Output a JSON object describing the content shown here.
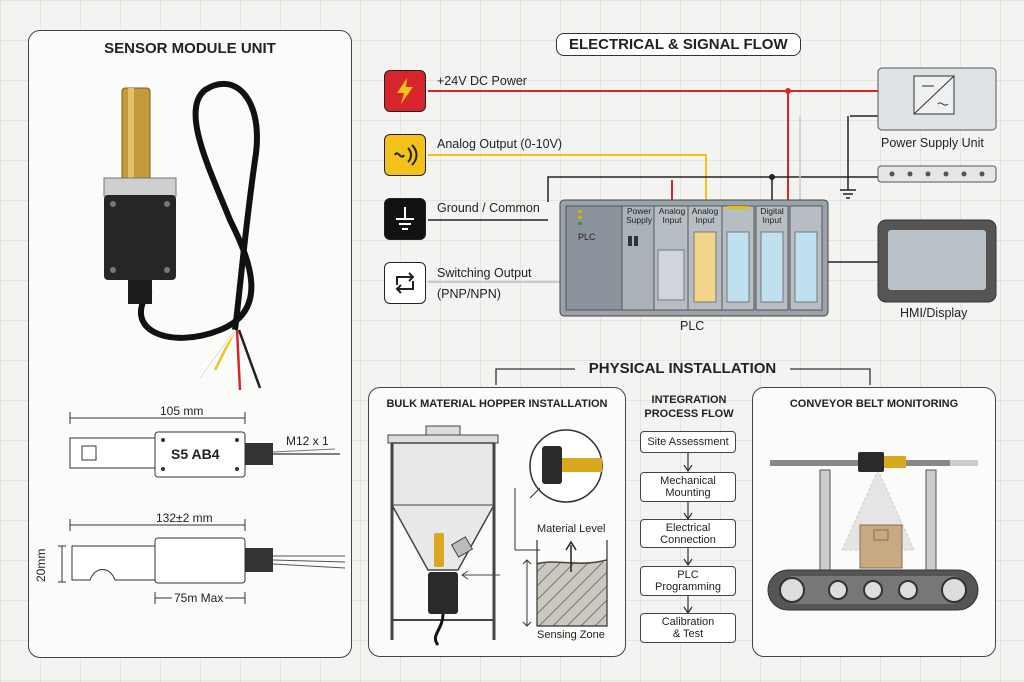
{
  "sensor_panel": {
    "title": "SENSOR MODULE UNIT",
    "dim_top_length": "105 mm",
    "dim_thread": "M12 x 1",
    "housing_label": "S5 AB4",
    "dim_side_length": "132±2 mm",
    "dim_height": "20mm",
    "dim_max": "75m Max"
  },
  "electrical": {
    "title": "ELECTRICAL & SIGNAL FLOW",
    "signals": [
      {
        "label": "+24V DC Power",
        "icon": "lightning-icon",
        "color": "#d7262b"
      },
      {
        "label": "Analog Output (0-10V)",
        "icon": "wave-signal-icon",
        "color": "#f2c21b"
      },
      {
        "label": "Ground / Common",
        "icon": "ground-icon",
        "color": "#111111"
      },
      {
        "label": "Switching Output",
        "label2": "(PNP/NPN)",
        "icon": "switch-arrows-icon",
        "color": "#ffffff"
      }
    ],
    "power_supply_label": "Power Supply Unit",
    "plc_label": "PLC",
    "plc_inner_label": "PLC",
    "plc_modules": [
      "Power Supply",
      "Analog Input",
      "Analog Input",
      "Digital Input"
    ],
    "hmi_label": "HMI/Display",
    "wire_colors": {
      "power": "#d7262b",
      "analog": "#f2c21b",
      "ground": "#222222",
      "switching": "#cccccc"
    }
  },
  "physical": {
    "title": "PHYSICAL INSTALLATION",
    "hopper": {
      "title": "BULK MATERIAL HOPPER INSTALLATION",
      "material_level": "Material Level",
      "sensing_zone": "Sensing Zone"
    },
    "process": {
      "title_line1": "INTEGRATION",
      "title_line2": "PROCESS FLOW",
      "steps": [
        [
          "Site Assessment"
        ],
        [
          "Mechanical",
          "Mounting"
        ],
        [
          "Electrical",
          "Connection"
        ],
        [
          "PLC",
          "Programming"
        ],
        [
          "Calibration",
          "& Test"
        ]
      ]
    },
    "conveyor": {
      "title": "CONVEYOR BELT MONITORING"
    }
  }
}
